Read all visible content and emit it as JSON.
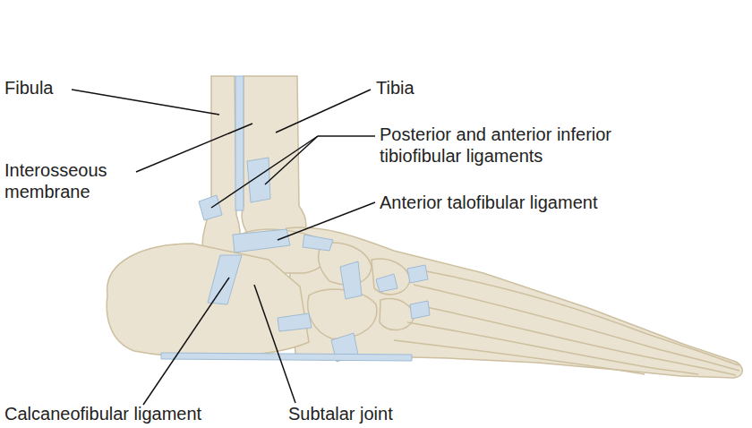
{
  "diagram": {
    "labels": [
      "Fibula",
      "Tibia",
      "Interosseous membrane",
      "Posterior and anterior inferior tibiofibular ligaments",
      "Anterior talofibular ligament",
      "Calcaneofibular ligament",
      "Subtalar joint"
    ]
  }
}
